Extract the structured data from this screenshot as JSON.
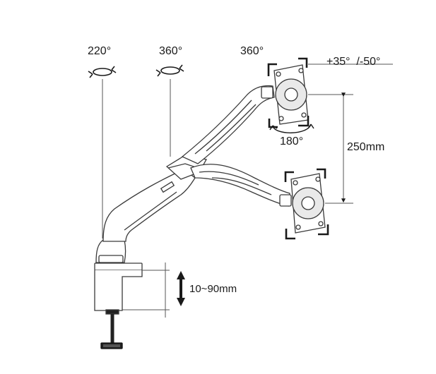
{
  "labels": {
    "base_rotation": "220°",
    "elbow_rotation": "360°",
    "head_rotation": "360°",
    "tilt": "+35°  /-50°",
    "swivel": "180°",
    "height_adjust": "250mm",
    "clamp_range": "10~90mm"
  },
  "colors": {
    "line": "#3a3a3a",
    "fill": "#ffffff",
    "dark": "#1a1a1a",
    "vesa_plate": "#e9e9e9"
  }
}
